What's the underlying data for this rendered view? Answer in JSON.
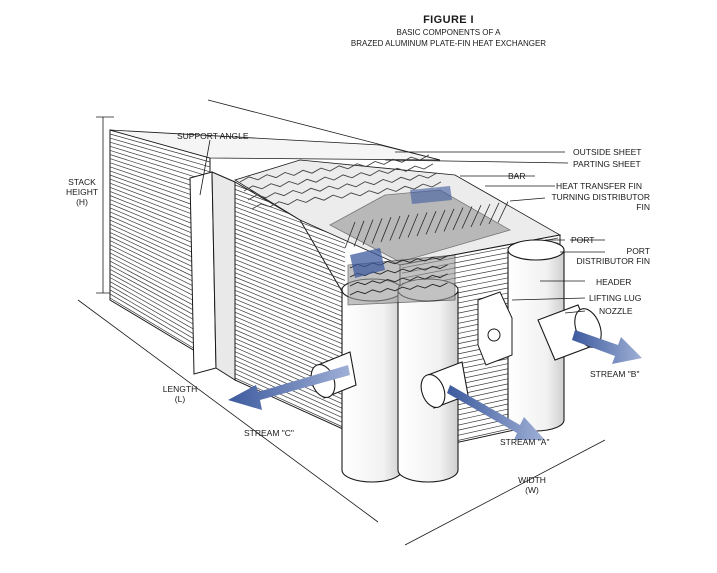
{
  "figure": {
    "title": "FIGURE I",
    "subtitle_line1": "BASIC COMPONENTS OF A",
    "subtitle_line2": "BRAZED ALUMINUM PLATE-FIN HEAT EXCHANGER"
  },
  "labels": {
    "support_angle": "SUPPORT ANGLE",
    "stack_height_1": "STACK",
    "stack_height_2": "HEIGHT",
    "stack_height_3": "(H)",
    "outside_sheet": "OUTSIDE SHEET",
    "parting_sheet": "PARTING SHEET",
    "bar": "BAR",
    "heat_transfer_fin": "HEAT TRANSFER FIN",
    "turning_distributor_fin_1": "TURNING DISTRIBUTOR",
    "turning_distributor_fin_2": "FIN",
    "port": "PORT",
    "port_distributor_fin_1": "PORT",
    "port_distributor_fin_2": "DISTRIBUTOR FIN",
    "header": "HEADER",
    "lifting_lug": "LIFTING LUG",
    "nozzle": "NOZZLE",
    "stream_b": "STREAM \"B\"",
    "stream_c": "STREAM \"C\"",
    "stream_a": "STREAM \"A\"",
    "length_1": "LENGTH",
    "length_2": "(L)",
    "width_1": "WIDTH",
    "width_2": "(W)"
  },
  "colors": {
    "ink": "#1a1a1a",
    "arrow_blue": "#3d5a9e",
    "arrow_light": "#9fb0d6",
    "fin_grey": "#6b6b6b"
  }
}
